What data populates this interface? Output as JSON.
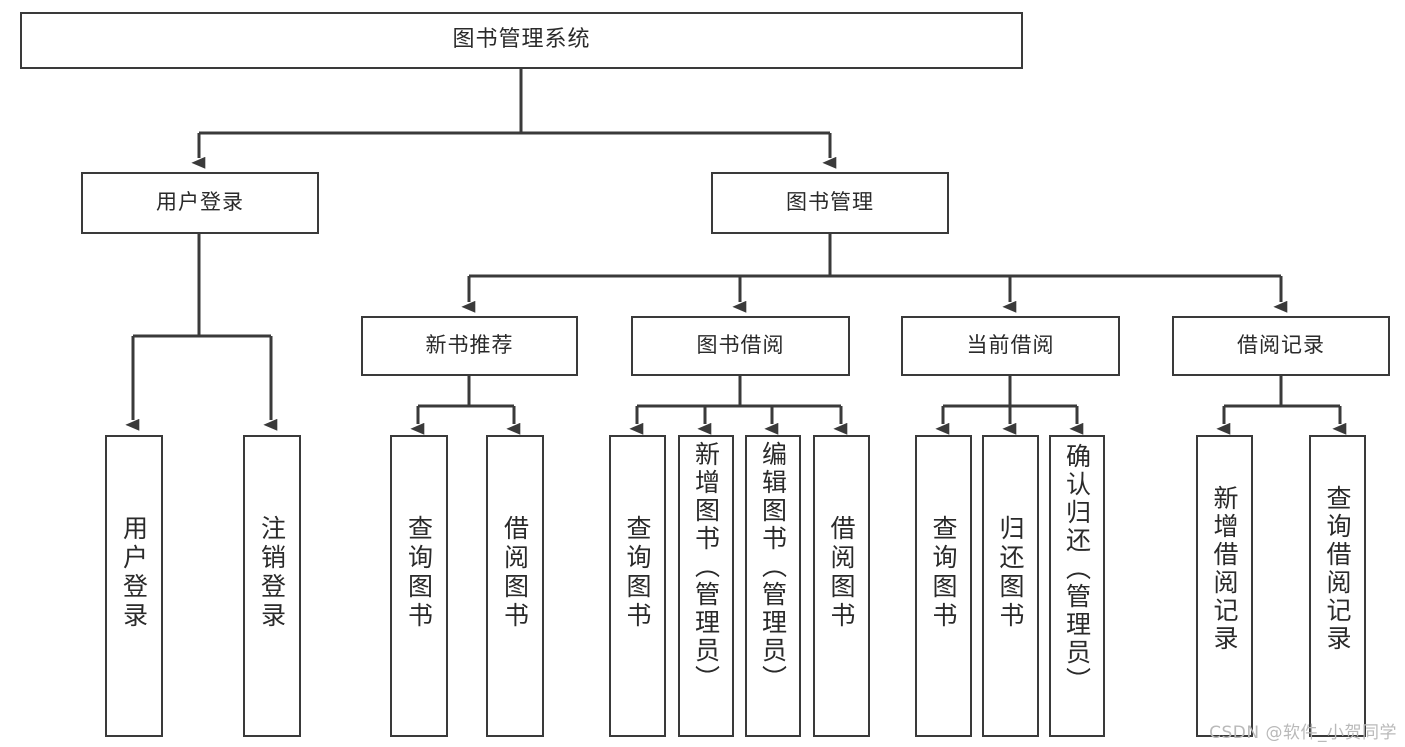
{
  "diagram": {
    "title": "图书管理系统",
    "type": "tree",
    "watermark": "CSDN @软件_小贺同学",
    "stroke_color": "#3a3a3a",
    "fill_color": "#ffffff",
    "text_color": "#2a2a2a",
    "background": "#ffffff"
  },
  "nodes": {
    "root": {
      "label": "图书管理系统"
    },
    "level2": [
      {
        "label": "用户登录"
      },
      {
        "label": "图书管理"
      }
    ],
    "level3": [
      {
        "label": "新书推荐"
      },
      {
        "label": "图书借阅"
      },
      {
        "label": "当前借阅"
      },
      {
        "label": "借阅记录"
      }
    ],
    "leaves": {
      "user_login": [
        {
          "label": "用户登录"
        },
        {
          "label": "注销登录"
        }
      ],
      "new_book_recommend": [
        {
          "label": "查询图书"
        },
        {
          "label": "借阅图书"
        }
      ],
      "book_borrow": [
        {
          "label": "查询图书"
        },
        {
          "label": "新增图书（管理员）"
        },
        {
          "label": "编辑图书（管理员）"
        },
        {
          "label": "借阅图书"
        }
      ],
      "current_borrow": [
        {
          "label": "查询图书"
        },
        {
          "label": "归还图书"
        },
        {
          "label": "确认归还（管理员）"
        }
      ],
      "borrow_record": [
        {
          "label": "新增借阅记录"
        },
        {
          "label": "查询借阅记录"
        }
      ]
    }
  }
}
